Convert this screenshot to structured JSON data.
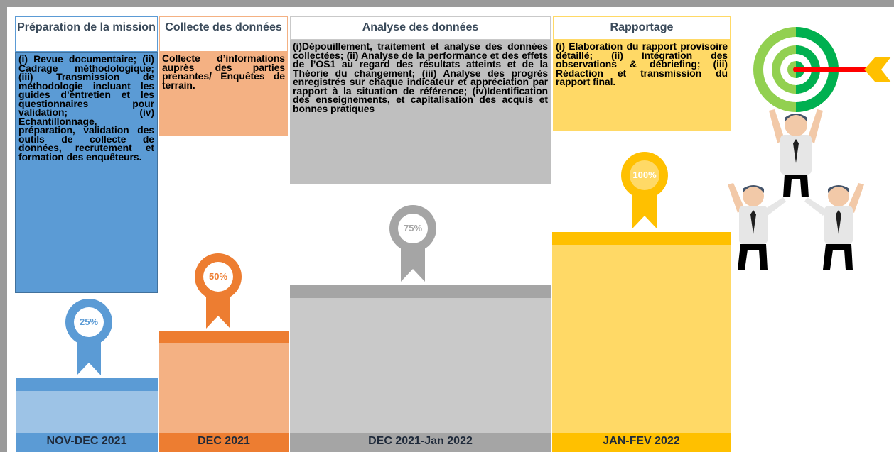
{
  "stages": [
    {
      "title": "Préparation de la mission",
      "description": "(i) Revue documentaire; (ii) Cadrage méthodologique; (iii) Transmission de méthodologie incluant les guides d’entretien et les questionnaires pour validation; (iv) Echantillonnage, préparation, validation des outils de collecte de données, recrutement et formation des enquêteurs.",
      "progress": "25%",
      "period": "NOV-DEC 2021",
      "color": "#5b9bd5"
    },
    {
      "title": "Collecte des données",
      "description": "Collecte d’informations auprès des parties prenantes/ Enquêtes de terrain.",
      "progress": "50%",
      "period": "DEC 2021",
      "color": "#ed7d31"
    },
    {
      "title": "Analyse des données",
      "description": "(i)Dépouillement, traitement et analyse des données collectées; (ii) Analyse de la performance et des effets de l’OS1 au regard des résultats atteints et de la Théorie du changement; (iii) Analyse des progrès enregistrés sur chaque indicateur et appréciation par rapport à la situation de référence; (iv)Identification des enseignements, et capitalisation des acquis et bonnes pratiques",
      "progress": "75%",
      "period": "DEC 2021-Jan 2022",
      "color": "#a5a5a5"
    },
    {
      "title": "Rapportage",
      "description": "(i) Elaboration du rapport provisoire détaillé; (ii) Intégration des observations & débriefing; (iii) Rédaction et transmission du rapport final.",
      "progress": "100%",
      "period": "JAN-FEV 2022",
      "color": "#ffc000"
    }
  ],
  "icons": {
    "target": "target-icon",
    "arrow": "arrow-icon",
    "people": "businessmen-pyramid-icon",
    "badge": "award-ribbon-icon"
  }
}
